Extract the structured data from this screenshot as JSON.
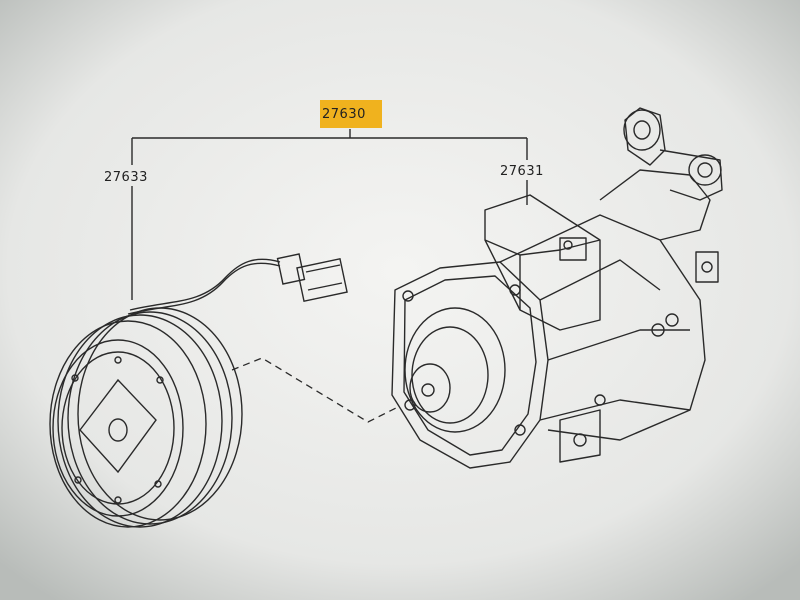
{
  "diagram": {
    "labels": {
      "assembly": "27630",
      "clutch": "27633",
      "compressor": "27631"
    }
  },
  "colors": {
    "highlight": "#f0b21e",
    "line": "#2a2a2a",
    "paper": "#f2f2f0"
  }
}
